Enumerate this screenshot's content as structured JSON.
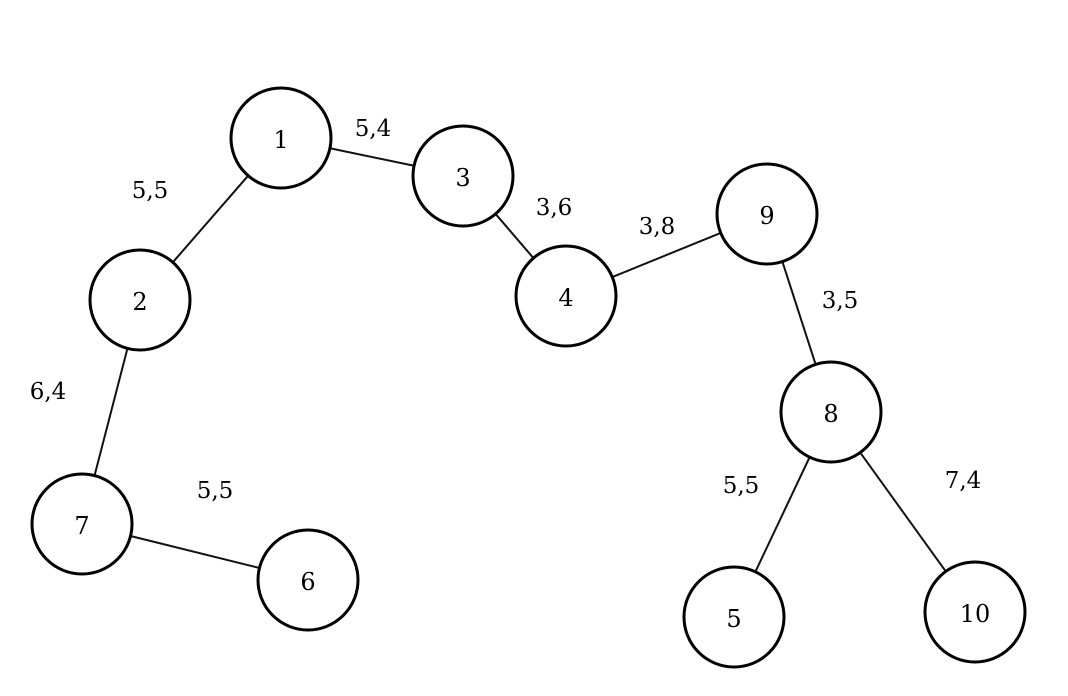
{
  "colors": {
    "stroke": "#000000",
    "background": "#ffffff"
  },
  "nodes": [
    {
      "id": "1",
      "label": "1"
    },
    {
      "id": "2",
      "label": "2"
    },
    {
      "id": "3",
      "label": "3"
    },
    {
      "id": "4",
      "label": "4"
    },
    {
      "id": "5",
      "label": "5"
    },
    {
      "id": "6",
      "label": "6"
    },
    {
      "id": "7",
      "label": "7"
    },
    {
      "id": "8",
      "label": "8"
    },
    {
      "id": "9",
      "label": "9"
    },
    {
      "id": "10",
      "label": "10"
    }
  ],
  "edges": [
    {
      "from": "1",
      "to": "3",
      "label": "5,4"
    },
    {
      "from": "1",
      "to": "2",
      "label": "5,5"
    },
    {
      "from": "3",
      "to": "4",
      "label": "3,6"
    },
    {
      "from": "4",
      "to": "9",
      "label": "3,8"
    },
    {
      "from": "2",
      "to": "7",
      "label": "6,4"
    },
    {
      "from": "7",
      "to": "6",
      "label": "5,5"
    },
    {
      "from": "9",
      "to": "8",
      "label": "3,5"
    },
    {
      "from": "8",
      "to": "5",
      "label": "5,5"
    },
    {
      "from": "8",
      "to": "10",
      "label": "7,4"
    }
  ]
}
